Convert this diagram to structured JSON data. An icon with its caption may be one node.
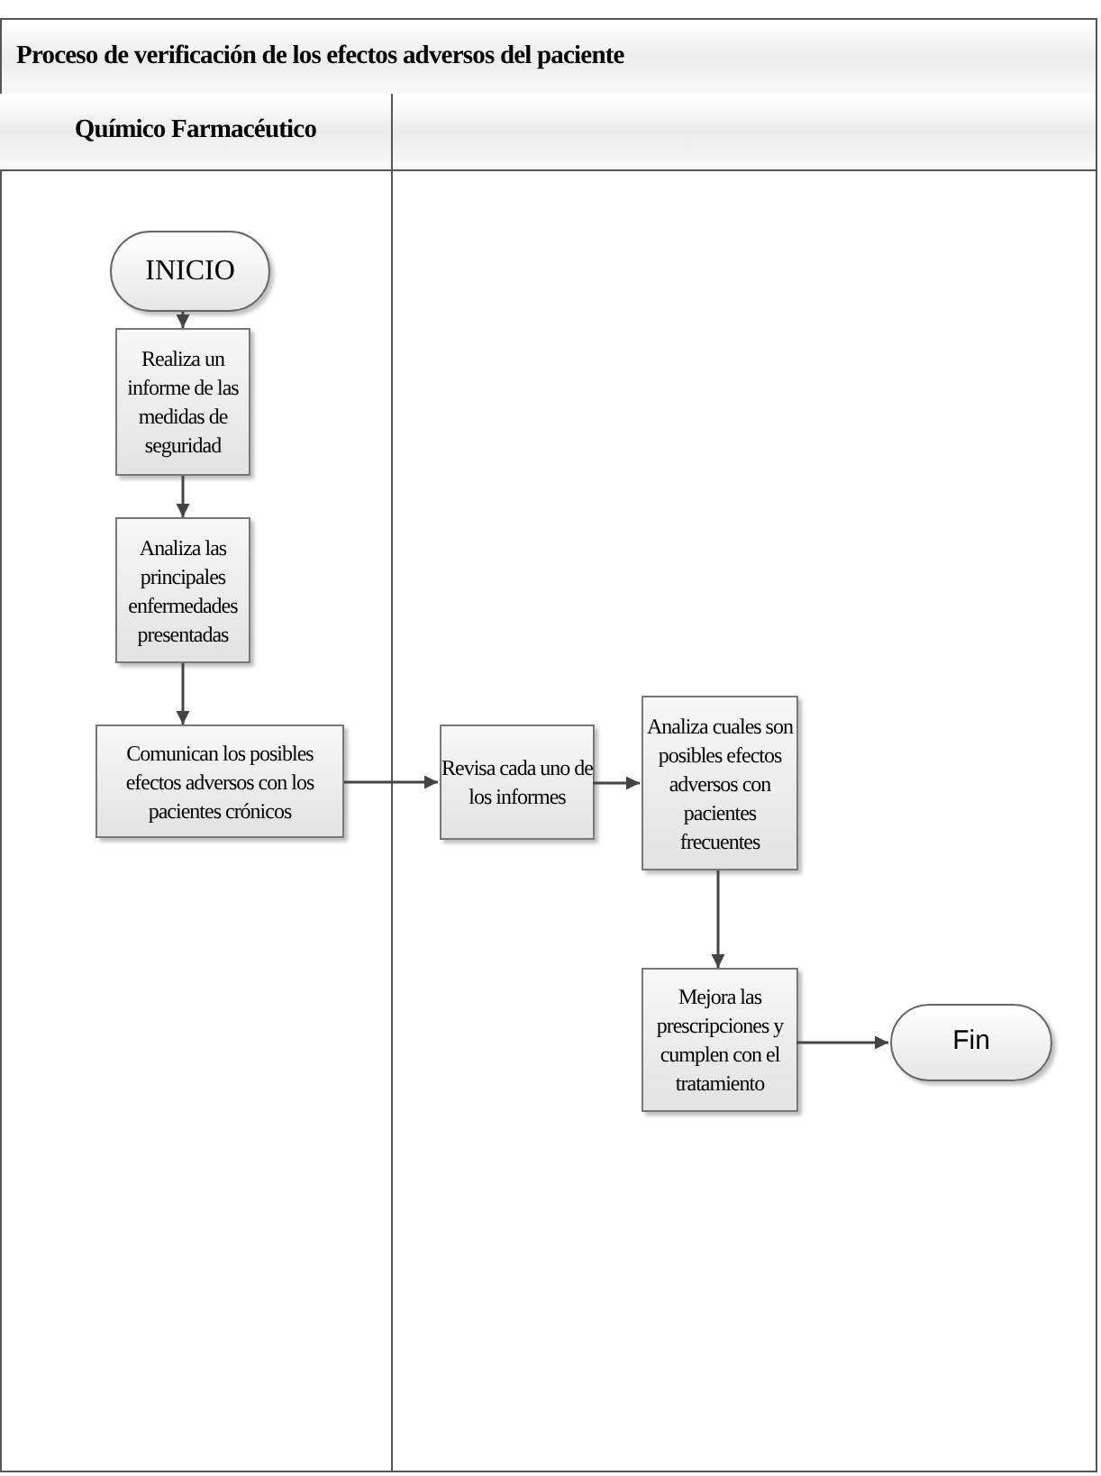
{
  "diagram": {
    "nodes": [
      {
        "text": [
          "Proceso de verificación de los efectos adversos del paciente"
        ]
      },
      {
        "text": [
          "Químico Farmacéutico"
        ],
        "in": 0
      },
      {
        "text": [],
        "shape": "box",
        "in": 0
      },
      {
        "text": [
          "INICIO"
        ],
        "in": 1
      },
      {
        "text": [
          "Realiza un informe de las medidas de seguridad"
        ],
        "in": 1
      },
      {
        "text": [
          "Analiza las principales enfermedades presentadas"
        ],
        "in": 1
      },
      {
        "text": [
          "Comunican los posibles efectos adversos con los pacientes crónicos"
        ],
        "in": 1
      },
      {
        "text": [
          "Revisa cada uno de los informes"
        ],
        "in": 2
      },
      {
        "text": [
          "Analiza cuales son posibles efectos adversos con pacientes frecuentes"
        ],
        "in": 2
      },
      {
        "text": [
          "Mejora las prescripciones y cumplen con el tratamiento"
        ],
        "in": 2
      },
      {
        "text": [
          "Fin"
        ],
        "in": 2
      }
    ],
    "edges": [
      {
        "from": 3,
        "to": 4,
        "arrow": "to"
      },
      {
        "from": 4,
        "to": 5,
        "arrow": "to"
      },
      {
        "from": 5,
        "to": 6,
        "arrow": "to"
      },
      {
        "from": 6,
        "to": 7,
        "arrow": "to"
      },
      {
        "from": 7,
        "to": 8,
        "arrow": "to"
      },
      {
        "from": 8,
        "to": 9,
        "arrow": "to"
      },
      {
        "from": 9,
        "to": 10,
        "arrow": "to"
      }
    ]
  }
}
